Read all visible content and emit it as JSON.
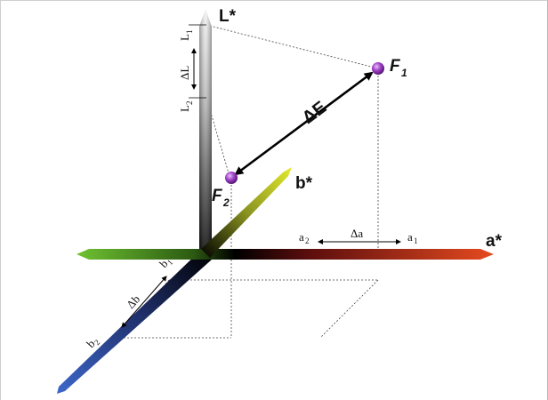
{
  "axes": {
    "L": {
      "label": "L*",
      "color_top": "#f4f4f4",
      "color_bottom": "#000000"
    },
    "a": {
      "label": "a*",
      "color_pos": "#e03a1a",
      "color_neg": "#5fb02a"
    },
    "b": {
      "label": "b*",
      "color_pos": "#d8e21a",
      "color_neg": "#2a55b8"
    }
  },
  "points": {
    "F1": {
      "label": "F",
      "sub": "1",
      "color": "#8b2fb5"
    },
    "F2": {
      "label": "F",
      "sub": "2",
      "color": "#8b2fb5"
    }
  },
  "delta_e": {
    "label": "ΔE"
  },
  "L_markers": {
    "L1": "L",
    "L1_sub": "1",
    "L2": "L",
    "L2_sub": "2",
    "dL": "ΔL"
  },
  "a_markers": {
    "a1": "a",
    "a1_sub": "1",
    "a2": "a",
    "a2_sub": "2",
    "da": "Δa"
  },
  "b_markers": {
    "b1": "b",
    "b1_sub": "1",
    "b2": "b",
    "b2_sub": "2",
    "db": "Δb"
  }
}
